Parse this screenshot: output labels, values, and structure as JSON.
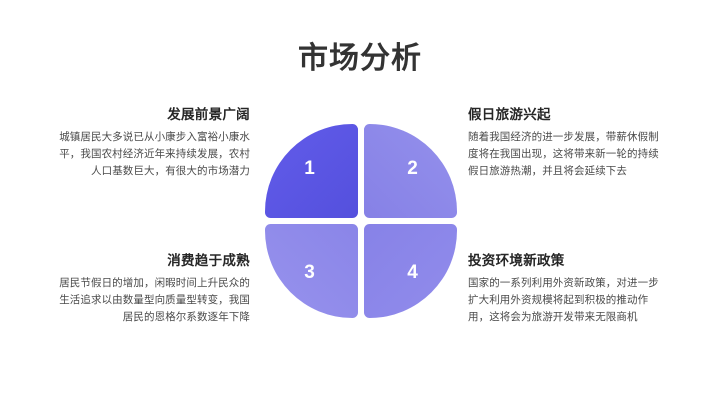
{
  "slide": {
    "title": "市场分析",
    "background_color": "#ffffff",
    "title_color": "#333333"
  },
  "chart": {
    "type": "quadrant-circle",
    "accent_color": "#5450dd",
    "secondary_color": "#8a85e8",
    "segments": [
      {
        "number": "1",
        "position": "top-left",
        "color": "#5a54de",
        "label_color": "#ffffff"
      },
      {
        "number": "2",
        "position": "top-right",
        "color": "#8d88e8",
        "label_color": "#ffffff"
      },
      {
        "number": "3",
        "position": "bottom-left",
        "color": "#8f8aea",
        "label_color": "#ffffff"
      },
      {
        "number": "4",
        "position": "bottom-right",
        "color": "#8b86e8",
        "label_color": "#ffffff"
      }
    ]
  },
  "blocks": [
    {
      "id": "1",
      "side": "left",
      "title": "发展前景广阔",
      "body": "城镇居民大多说已从小康步入富裕小康水平，我国农村经济近年来持续发展，农村人口基数巨大，有很大的市场潜力"
    },
    {
      "id": "2",
      "side": "right",
      "title": "假日旅游兴起",
      "body": "随着我国经济的进一步发展，带薪休假制度将在我国出现，这将带来新一轮的持续假日旅游热潮，并且将会延续下去"
    },
    {
      "id": "3",
      "side": "left",
      "title": "消费趋于成熟",
      "body": "居民节假日的增加，闲暇时间上升民众的生活追求以由数量型向质量型转变，我国居民的恩格尔系数逐年下降"
    },
    {
      "id": "4",
      "side": "right",
      "title": "投资环境新政策",
      "body": "国家的一系列利用外资新政策，对进一步扩大利用外资规模将起到积极的推动作用，这将会为旅游开发带来无限商机"
    }
  ]
}
